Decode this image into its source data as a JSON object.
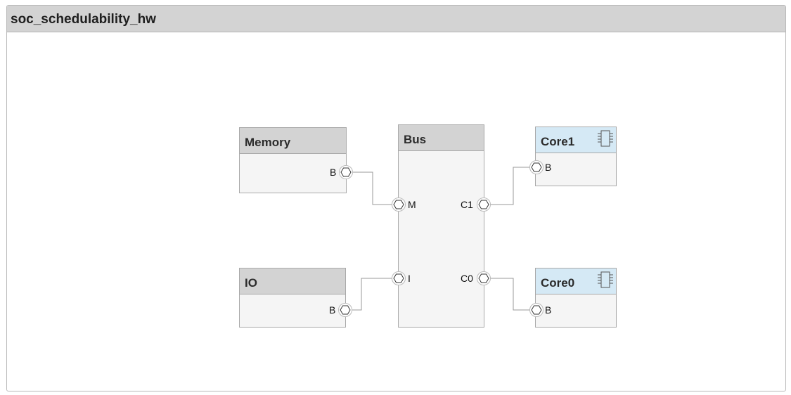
{
  "model": {
    "title": "soc_schedulability_hw"
  },
  "blocks": {
    "memory": {
      "title": "Memory",
      "port": "B"
    },
    "io": {
      "title": "IO",
      "port": "B"
    },
    "bus": {
      "title": "Bus",
      "ports": {
        "m": "M",
        "i": "I",
        "c1": "C1",
        "c0": "C0"
      }
    },
    "core1": {
      "title": "Core1",
      "port": "B",
      "icon": "processor-chip-icon"
    },
    "core0": {
      "title": "Core0",
      "port": "B",
      "icon": "processor-chip-icon"
    }
  },
  "colors": {
    "header": "#d3d3d3",
    "core_header": "#d5e9f5",
    "body": "#f5f5f5",
    "wire": "#9a9a9a"
  }
}
